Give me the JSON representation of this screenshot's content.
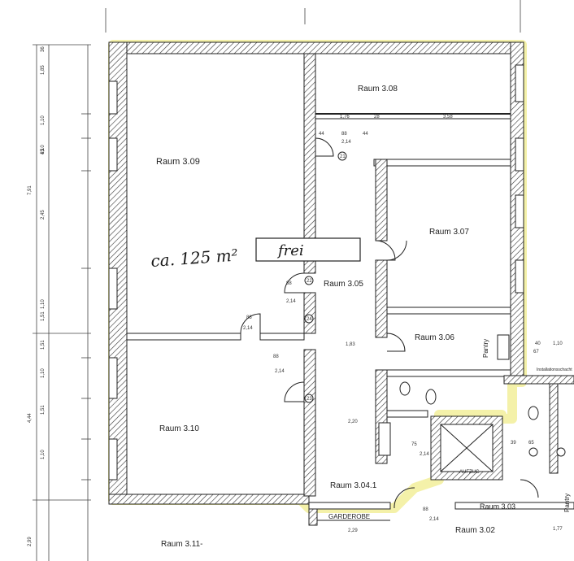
{
  "plan": {
    "highlight_color": "#f2ee9a",
    "wall_color": "#2b2b2b",
    "rooms": [
      {
        "id": "r309",
        "label": "Raum 3.09"
      },
      {
        "id": "r308",
        "label": "Raum 3.08"
      },
      {
        "id": "r307",
        "label": "Raum 3.07"
      },
      {
        "id": "r306",
        "label": "Raum 3.06"
      },
      {
        "id": "r305",
        "label": "Raum 3.05"
      },
      {
        "id": "r310",
        "label": "Raum 3.10"
      },
      {
        "id": "r3041",
        "label": "Raum 3.04.1"
      },
      {
        "id": "r303",
        "label": "Raum 3.03"
      },
      {
        "id": "r302",
        "label": "Raum 3.02"
      },
      {
        "id": "r311",
        "label": "Raum 3.11-"
      }
    ],
    "other_labels": {
      "garderobe": "GARDEROBE",
      "aufzug": "AUFZUG",
      "pantry1": "Pantry",
      "pantry2": "Pantry",
      "installation": "Installationsschacht"
    },
    "annotation": {
      "area": "ca. 125 m²",
      "frei": "frei"
    },
    "dims_left": [
      "36",
      "1,85",
      "1,10",
      "45",
      "1,10",
      "2,45",
      "1,10",
      "1,51",
      "1,10",
      "1,51",
      "1,10",
      "1,51",
      "7,91",
      "4,44",
      "2,99"
    ],
    "dims_interior": [
      "1,76",
      "28",
      "3,58",
      "44",
      "88",
      "44",
      "2,14",
      "88",
      "2,14",
      "88",
      "2,14",
      "88",
      "2,14",
      "1,83",
      "2,20",
      "2,29",
      "40",
      "67",
      "1,10",
      "1,77",
      "88",
      "2,14",
      "75",
      "2,14",
      "39",
      "65"
    ],
    "door_numbers": [
      "21",
      "22",
      "23",
      "24"
    ]
  }
}
